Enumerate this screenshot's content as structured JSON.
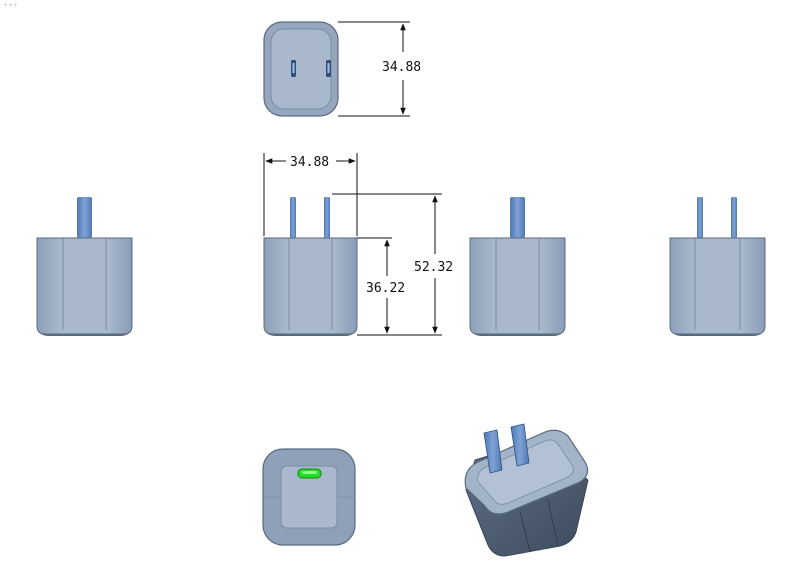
{
  "corner_mark": "+++",
  "dimensions": {
    "top_view_height": "34.88",
    "front_view_width": "34.88",
    "overall_height": "52.32",
    "body_height": "36.22"
  },
  "colors": {
    "body_light": "#a9b8cc",
    "body_mid": "#8ea0b8",
    "body_dark": "#6e8098",
    "edge_line": "#5a6a80",
    "prong_blue": "#5b86c0",
    "prong_light": "#8fb0dc",
    "led_green": "#22dd22",
    "dim_line": "#111111"
  },
  "icons": {
    "led_indicator": "green-led-icon"
  }
}
